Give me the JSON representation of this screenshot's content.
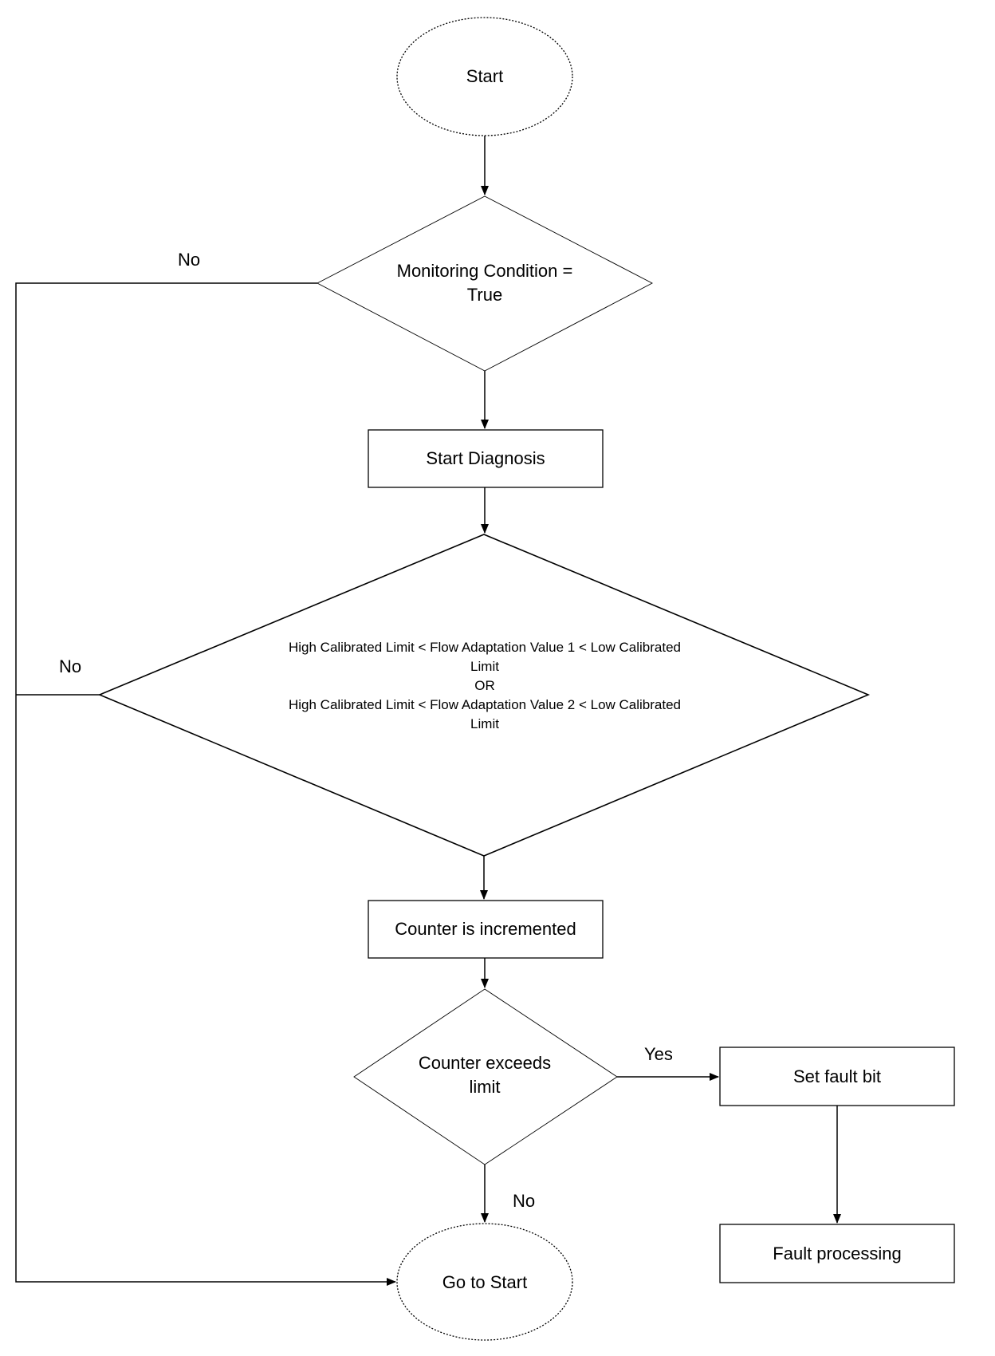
{
  "nodes": {
    "start": {
      "label": "Start"
    },
    "monitoring": {
      "line1": "Monitoring Condition =",
      "line2": "True"
    },
    "start_diagnosis": {
      "label": "Start Diagnosis"
    },
    "limit_check": {
      "line1": "High Calibrated Limit < Flow Adaptation Value 1 < Low Calibrated",
      "line2": "Limit",
      "line3": "OR",
      "line4": "High Calibrated Limit < Flow Adaptation Value 2 < Low Calibrated",
      "line5": "Limit"
    },
    "counter_incremented": {
      "label": "Counter is incremented"
    },
    "counter_exceeds": {
      "line1": "Counter exceeds",
      "line2": "limit"
    },
    "set_fault_bit": {
      "label": "Set fault bit"
    },
    "fault_processing": {
      "label": "Fault processing"
    },
    "go_to_start": {
      "label": "Go to Start"
    }
  },
  "edges": {
    "monitoring_no": "No",
    "limit_check_no": "No",
    "counter_exceeds_yes": "Yes",
    "counter_exceeds_no": "No"
  }
}
